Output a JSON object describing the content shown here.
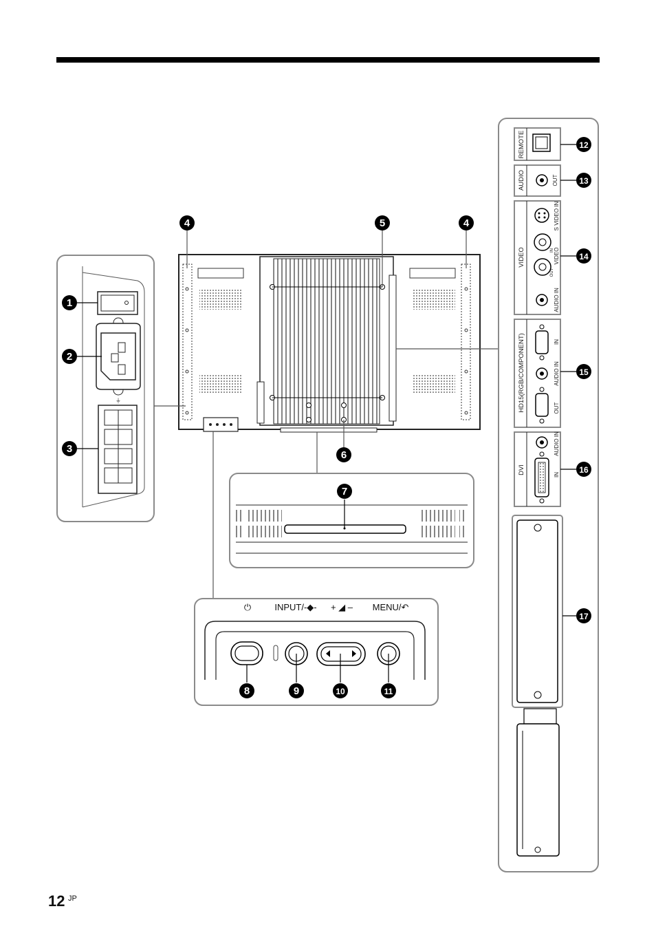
{
  "page": {
    "number": "12",
    "suffix": "JP"
  },
  "callouts": [
    "1",
    "2",
    "3",
    "4",
    "5",
    "6",
    "7",
    "8",
    "9",
    "10",
    "11",
    "12",
    "13",
    "14",
    "15",
    "16",
    "17"
  ],
  "controls": {
    "power_symbol": "⏻",
    "input": "INPUT/-◆-",
    "volume": "+ ◢ –",
    "menu": "MENU/↶"
  },
  "panel": {
    "remote": "REMOTE",
    "audio": "AUDIO",
    "audio_out": "OUT",
    "video": "VIDEO",
    "s_video_in": "S VIDEO IN",
    "video_sub": "VIDEO",
    "video_in": "IN",
    "video_out": "OUT",
    "video_audio_in": "AUDIO IN",
    "hd15": "HD15(RGB/COMPONENT)",
    "hd15_in": "IN",
    "hd15_audio_in": "AUDIO IN",
    "hd15_out": "OUT",
    "dvi": "DVI",
    "dvi_audio_in": "AUDIO IN",
    "dvi_in": "IN"
  },
  "colors": {
    "frame": "#8a8a8a",
    "device": "#555555",
    "black": "#000000"
  }
}
